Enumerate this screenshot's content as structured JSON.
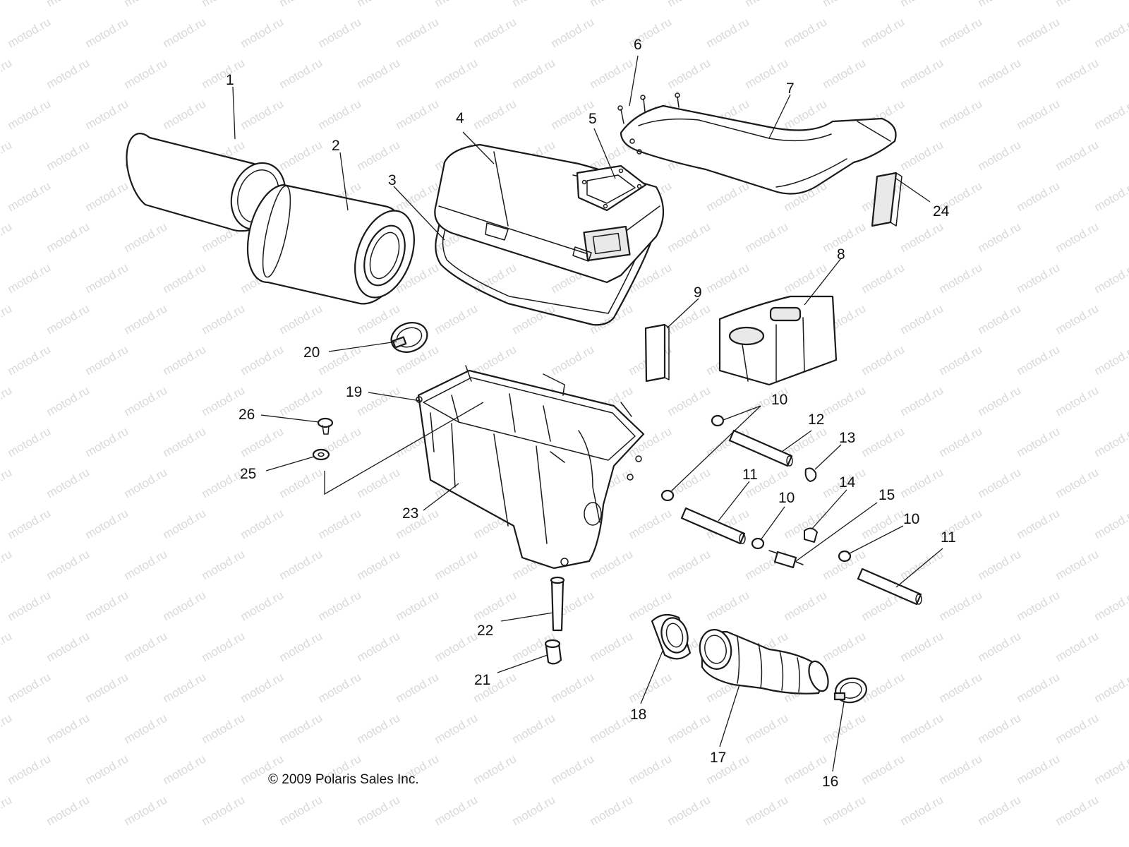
{
  "watermark": {
    "text": "motod.ru",
    "color": "#d9d9d9"
  },
  "copyright": "© 2009 Polaris Sales Inc.",
  "callouts": [
    "1",
    "2",
    "3",
    "4",
    "5",
    "6",
    "7",
    "24",
    "8",
    "9",
    "20",
    "19",
    "26",
    "25",
    "23",
    "10",
    "12",
    "13",
    "10",
    "11",
    "10",
    "14",
    "15",
    "10",
    "11",
    "22",
    "21",
    "18",
    "17",
    "16"
  ],
  "colors": {
    "line": "#1a1a1a",
    "background": "#ffffff"
  }
}
